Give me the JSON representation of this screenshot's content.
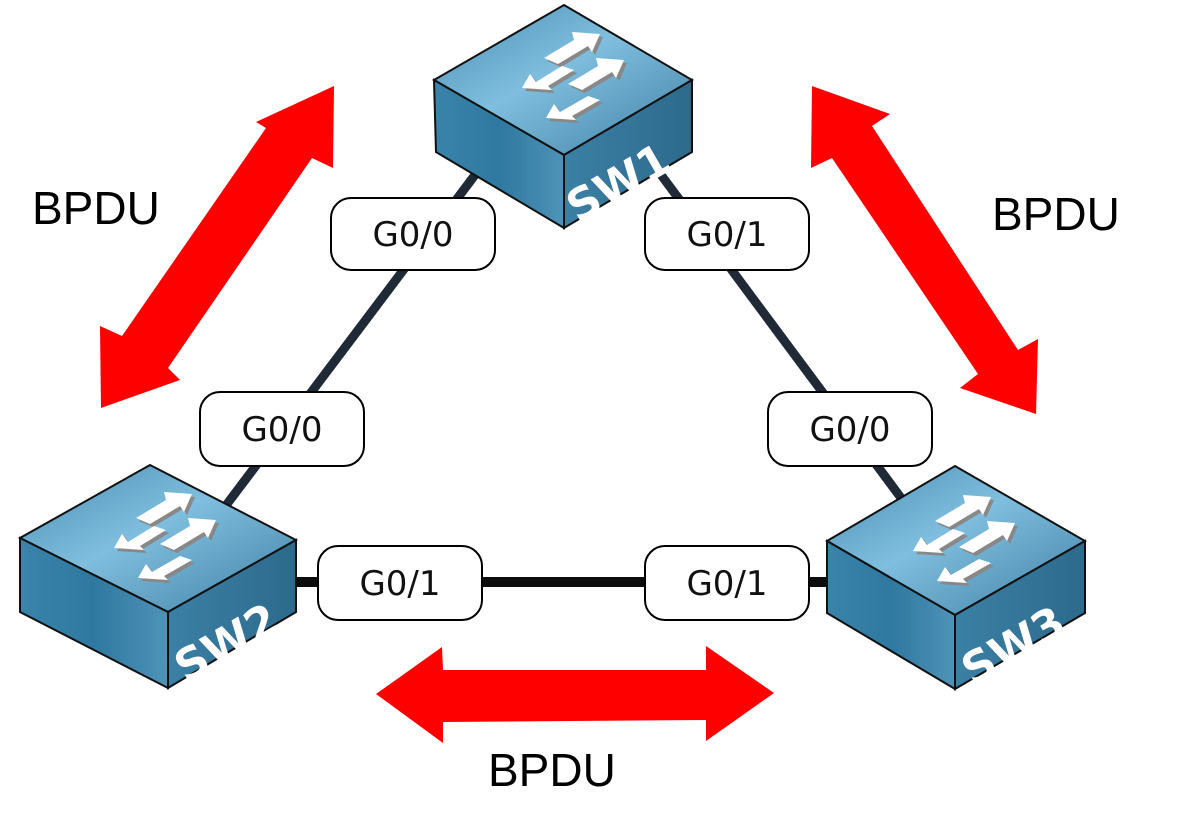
{
  "diagram": {
    "type": "network-topology",
    "colors": {
      "arrow": "#ff0000",
      "link": "#1f2a36",
      "switch_top": "#6aaed0",
      "switch_left": "#3c85aa",
      "switch_right": "#2f6f90",
      "switch_text": "#ffffff",
      "label_border": "#000000"
    },
    "switches": [
      {
        "id": "sw1",
        "name": "SW1"
      },
      {
        "id": "sw2",
        "name": "SW2"
      },
      {
        "id": "sw3",
        "name": "SW3"
      }
    ],
    "links": [
      {
        "from": "SW1",
        "from_port": "G0/0",
        "to": "SW2",
        "to_port": "G0/0"
      },
      {
        "from": "SW1",
        "from_port": "G0/1",
        "to": "SW3",
        "to_port": "G0/0"
      },
      {
        "from": "SW2",
        "from_port": "G0/1",
        "to": "SW3",
        "to_port": "G0/1"
      }
    ],
    "arrows": [
      {
        "between": [
          "SW1",
          "SW2"
        ],
        "label": "BPDU"
      },
      {
        "between": [
          "SW1",
          "SW3"
        ],
        "label": "BPDU"
      },
      {
        "between": [
          "SW2",
          "SW3"
        ],
        "label": "BPDU"
      }
    ]
  }
}
